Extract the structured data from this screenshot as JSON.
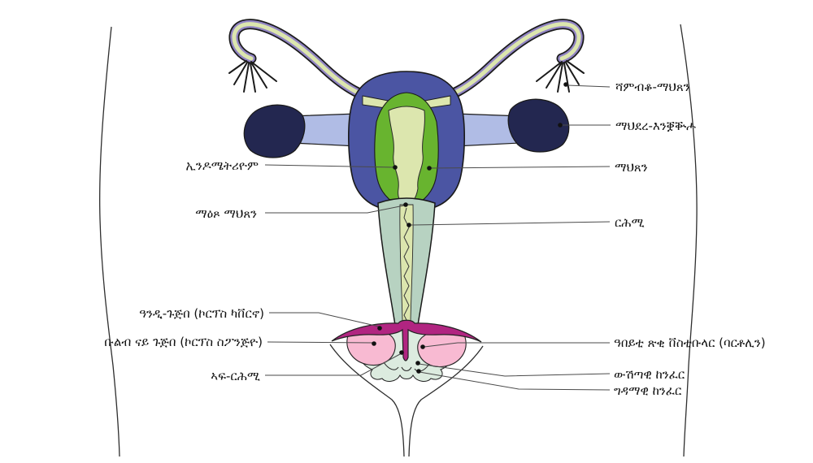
{
  "figure": {
    "description": "Schematic diagram of the female reproductive system with Tigrinya labels"
  },
  "colors": {
    "uterus": "#4b55a3",
    "endometrium": "#68b42f",
    "cavity": "#dce6ae",
    "tube_stripe": "#9184c4",
    "ligament": "#b0bce5",
    "ovary": "#232750",
    "vagina": "#b7d2c1",
    "bulb": "#f8bad2",
    "crura": "#b12581",
    "tissue": "#dcebdf"
  },
  "labels": {
    "fallopian_tube": "ሻምብቆ-ማህጸን",
    "ovary": "ማህደረ-እንቛቝሖ",
    "uterus": "ማህጸን",
    "endometrium": "ኢንዶሜትሪዮም",
    "cervix": "ማዕጾ ማህጸን",
    "vagina": "ርሕሚ",
    "clitoral_shaft": "ዓንዲ-ጉጅበ (ኮርፕስ ካቨርኖ)",
    "clitoral_bulb": "ቡልብ ናይ ጉጅበ (ኮርፕስ ስፖንጅዮ)",
    "bartholin_gland": "ዓበይቲ ጽቂ ቨስቲቡላር (ባርቶሊን)",
    "vaginal_opening": "ኣፍ-ርሕሚ",
    "labia_minora": "ውሽጣዊ ከንፈር",
    "labia_majora": "ግዳማዊ ከንፈር"
  }
}
